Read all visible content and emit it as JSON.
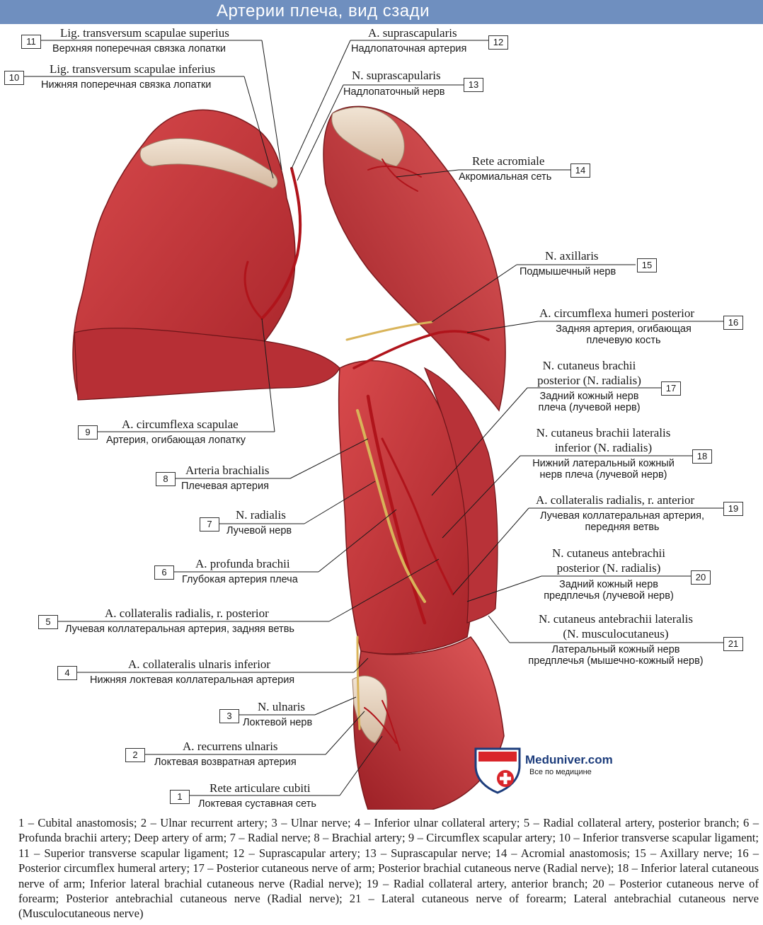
{
  "title": "Артерии плеча, вид сзади",
  "labels": [
    {
      "num": "11",
      "latin": "Lig. transversum scapulae superius",
      "russian": "Верхняя поперечная связка лопатки"
    },
    {
      "num": "10",
      "latin": "Lig. transversum scapulae inferius",
      "russian": "Нижняя поперечная связка лопатки"
    },
    {
      "num": "12",
      "latin": "A. suprascapularis",
      "russian": "Надлопаточная артерия"
    },
    {
      "num": "13",
      "latin": "N. suprascapularis",
      "russian": "Надлопаточный нерв"
    },
    {
      "num": "14",
      "latin": "Rete acromiale",
      "russian": "Акромиальная сеть"
    },
    {
      "num": "15",
      "latin": "N. axillaris",
      "russian": "Подмышечный нерв"
    },
    {
      "num": "16",
      "latin": "A. circumflexa humeri posterior",
      "russian": "Задняя артерия, огибающая",
      "russian2": "плечевую кость"
    },
    {
      "num": "17",
      "latin": "N. cutaneus brachii",
      "latin2": "posterior (N. radialis)",
      "russian": "Задний кожный нерв",
      "russian2": "плеча (лучевой нерв)"
    },
    {
      "num": "18",
      "latin": "N. cutaneus brachii lateralis",
      "latin2": "inferior (N. radialis)",
      "russian": "Нижний латеральный кожный",
      "russian2": "нерв плеча (лучевой нерв)"
    },
    {
      "num": "19",
      "latin": "A. collateralis radialis, r. anterior",
      "russian": "Лучевая коллатеральная артерия,",
      "russian2": "передняя ветвь"
    },
    {
      "num": "20",
      "latin": "N. cutaneus antebrachii",
      "latin2": "posterior (N. radialis)",
      "russian": "Задний кожный нерв",
      "russian2": "предплечья (лучевой нерв)"
    },
    {
      "num": "21",
      "latin": "N. cutaneus antebrachii lateralis",
      "latin2": "(N. musculocutaneus)",
      "russian": "Латеральный кожный нерв",
      "russian2": "предплечья (мышечно-кожный нерв)"
    },
    {
      "num": "9",
      "latin": "A. circumflexa scapulae",
      "russian": "Артерия, огибающая лопатку"
    },
    {
      "num": "8",
      "latin": "Arteria brachialis",
      "russian": "Плечевая артерия"
    },
    {
      "num": "7",
      "latin": "N. radialis",
      "russian": "Лучевой нерв"
    },
    {
      "num": "6",
      "latin": "A. profunda brachii",
      "russian": "Глубокая артерия плеча"
    },
    {
      "num": "5",
      "latin": "A. collateralis radialis, r. posterior",
      "russian": "Лучевая коллатеральная артерия, задняя ветвь"
    },
    {
      "num": "4",
      "latin": "A. collateralis ulnaris inferior",
      "russian": "Нижняя локтевая коллатеральная артерия"
    },
    {
      "num": "3",
      "latin": "N. ulnaris",
      "russian": "Локтевой нерв"
    },
    {
      "num": "2",
      "latin": "A. recurrens ulnaris",
      "russian": "Локтевая возвратная артерия"
    },
    {
      "num": "1",
      "latin": "Rete articulare cubiti",
      "russian": "Локтевая суставная сеть"
    }
  ],
  "logo": {
    "name": "Meduniver.com",
    "tagline": "Все по медицине"
  },
  "caption": "1 – Cubital anastomosis; 2 – Ulnar recurrent artery; 3 – Ulnar nerve; 4 – Inferior ulnar collateral artery; 5 – Radial collateral artery, posterior branch; 6 – Profunda brachii artery; Deep artery of arm; 7 – Radial nerve; 8 – Brachial artery; 9 – Circumflex scapular artery; 10 – Inferior transverse scapular ligament; 11 – Superior transverse scapular ligament; 12 – Suprascapular artery; 13 – Suprascapular nerve; 14 – Acromial anastomosis; 15 – Axillary nerve; 16 – Posterior circumflex humeral artery; 17 – Posterior cutaneous nerve of arm; Posterior brachial cutaneous nerve (Radial nerve); 18 – Inferior lateral cutaneous nerve of arm; Inferior lateral brachial cutaneous nerve (Radial nerve); 19 – Radial collateral artery, anterior branch; 20 – Posterior cutaneous nerve of forearm; Posterior antebrachial cutaneous nerve (Radial nerve); 21 – Lateral cutaneous nerve of forearm; Lateral antebrachial cutaneous nerve (Musculocutaneous nerve)",
  "colors": {
    "title_bar": "#6f8fbf",
    "muscle": "#c8343a",
    "muscle_dark": "#8e1d22",
    "tendon": "#e9d8c8",
    "nerve": "#d9b45a",
    "artery": "#b0141b",
    "logo_blue": "#1d3d7c",
    "logo_red": "#d9252a"
  }
}
